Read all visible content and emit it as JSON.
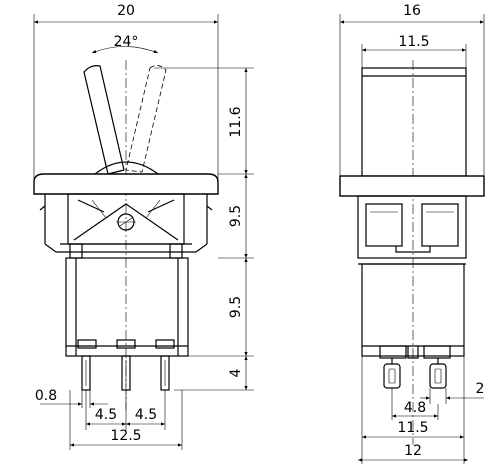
{
  "front_view": {
    "overall_width": "20",
    "toggle_angle": "24°",
    "toggle_height": "11.6",
    "upper_body_height": "9.5",
    "lower_body_height": "9.5",
    "pin_length": "4",
    "pin_thickness": "0.8",
    "pin_pitch_left": "4.5",
    "pin_pitch_right": "4.5",
    "pin_span": "12.5"
  },
  "side_view": {
    "overall_width": "16",
    "actuator_width": "11.5",
    "pin_width": "2",
    "pin_pitch": "4.8",
    "body_width": "11.5",
    "base_width": "12"
  }
}
